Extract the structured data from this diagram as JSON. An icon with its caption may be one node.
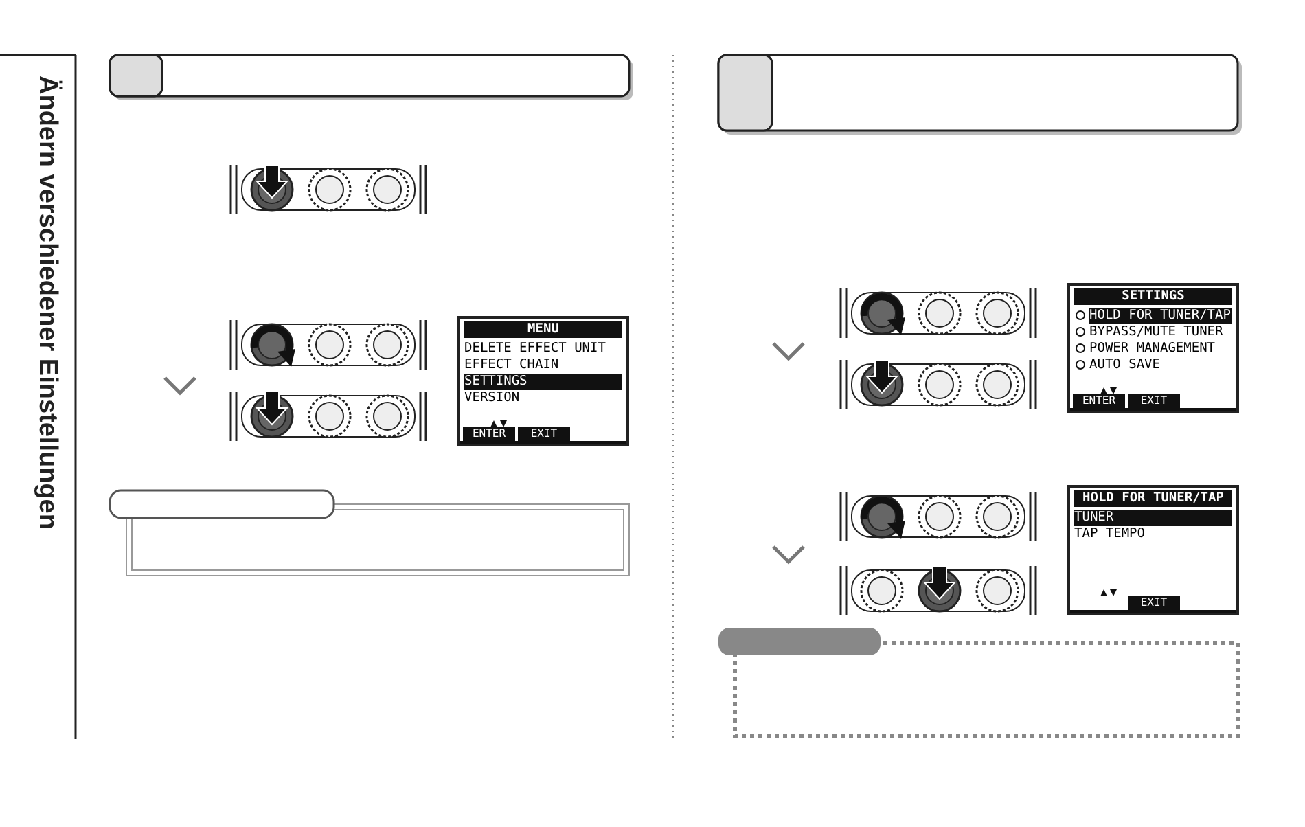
{
  "diagram": {
    "title": "Ändern verschiedener Einstellungen",
    "labels": [
      "MENU",
      "DELETE EFFECT UNIT",
      "EFFECT CHAIN",
      "SETTINGS",
      "VERSION",
      "ENTER",
      "EXIT",
      "SETTINGS",
      "HOLD FOR TUNER/TAP",
      "BYPASS/MUTE TUNER",
      "POWER MANAGEMENT",
      "AUTO SAVE",
      "ENTER",
      "EXIT",
      "HOLD FOR TUNER/TAP",
      "TUNER",
      "TAP TEMPO",
      "EXIT"
    ]
  }
}
